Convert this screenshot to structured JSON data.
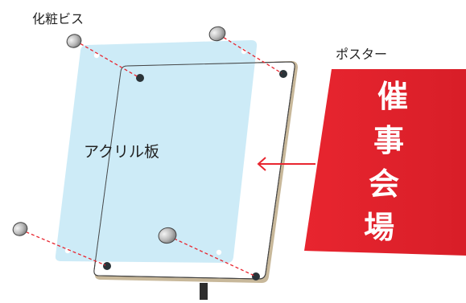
{
  "labels": {
    "screw": "化粧ビス",
    "acrylic": "アクリル板",
    "poster": "ポスター"
  },
  "poster_text": [
    "催",
    "事",
    "会",
    "場"
  ],
  "colors": {
    "acrylic_fill": "#bfe6f5",
    "poster_red": "#e8252f",
    "arrow_red": "#e8252f",
    "board_white": "#ffffff",
    "board_edge": "#c8b89a",
    "screw_gray": "#b5b5b5"
  }
}
